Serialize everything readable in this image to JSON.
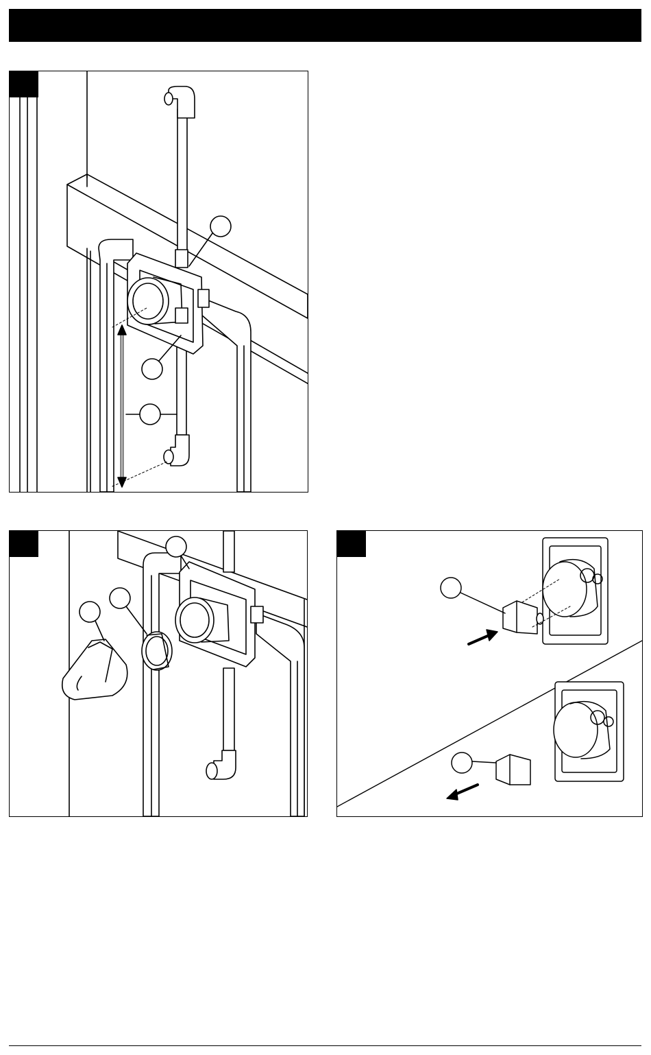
{
  "page": {
    "header": {
      "title": ""
    },
    "footer": {
      "text": ""
    }
  },
  "figures": [
    {
      "id": "step-a",
      "step_label": "",
      "callouts": [
        "",
        "",
        ""
      ]
    },
    {
      "id": "step-b",
      "step_label": "",
      "callouts": [
        "",
        "",
        ""
      ]
    },
    {
      "id": "step-c",
      "step_label": "",
      "callouts": [
        "",
        ""
      ]
    }
  ],
  "colors": {
    "ink": "#000000",
    "paper": "#ffffff",
    "shade": "#bdbdbd"
  }
}
